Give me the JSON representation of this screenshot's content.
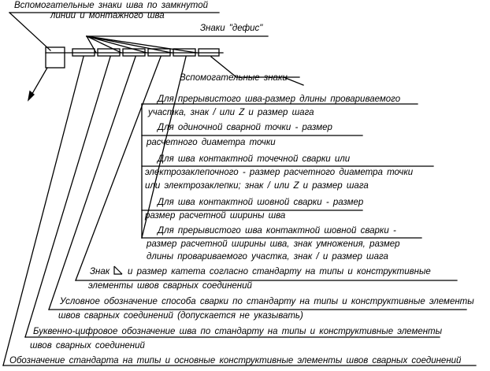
{
  "labels": {
    "aux_closed": [
      "Вспомогательные знаки шва по замкнутой",
      "линии и монтажного шва"
    ],
    "defis": "Знаки \"дефис\"",
    "aux_signs": "Вспомогательные знаки",
    "intermittent": [
      "Для прерывистого шва-размер длины провариваемого",
      "участка, знак / или Z и размер шага"
    ],
    "single_spot": [
      "Для одиночной сварной точки - размер",
      "расчетного диаметра точки"
    ],
    "contact_spot": [
      "Для шва контактной точечной сварки или",
      "электрозаклепочного - размер расчетного диаметра точки",
      "или электрозаклепки; знак / или Z и размер шага"
    ],
    "contact_seam": [
      "Для шва контактной шовной сварки - размер",
      "размер расчетной ширины шва"
    ],
    "intermittent_contact": [
      "Для прерывистого шва контактной шовной сварки -",
      "размер расчетной ширины шва, знак умножения, размер",
      "длины провариваемого участка, знак / и размер шага"
    ],
    "leg_sign": [
      "Знак",
      "и размер катета согласно стандарту на типы и конструктивные",
      "элементы швов сварных соединений"
    ],
    "method": [
      "Условное обозначение способа сварки по стандарту на типы и конструктивные элементы",
      "швов сварных соединений (допускается не указывать)"
    ],
    "alnum": [
      "Буквенно-цифровое обозначение шва по стандарту на типы и конструктивные элементы",
      "швов сварных соединений"
    ],
    "standard": "Обозначение стандарта на типы и основные конструктивные элементы швов сварных соединений"
  }
}
